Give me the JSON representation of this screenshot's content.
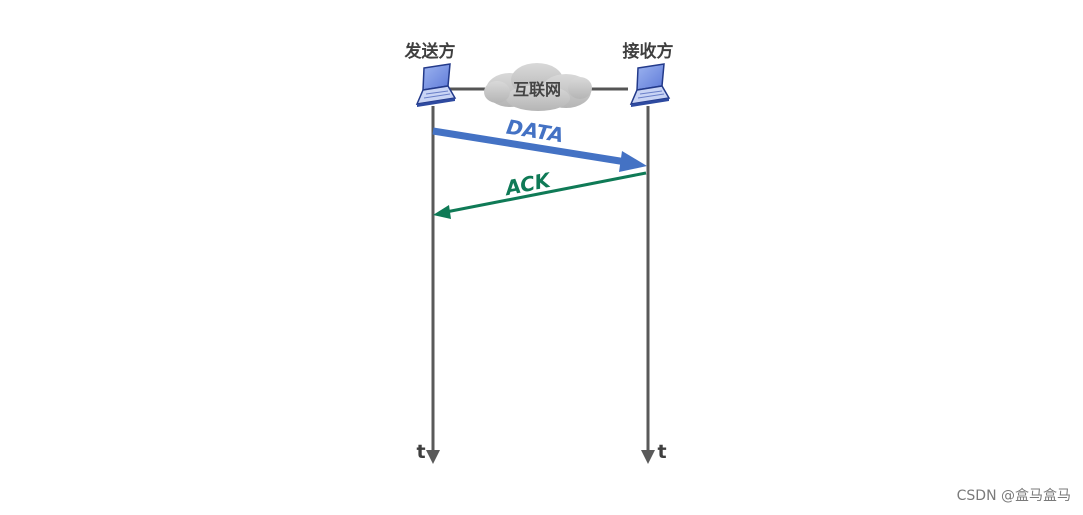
{
  "sender": {
    "label": "发送方",
    "icon": "laptop-icon"
  },
  "receiver": {
    "label": "接收方",
    "icon": "laptop-icon"
  },
  "network": {
    "label": "互联网",
    "icon": "cloud-icon"
  },
  "messages": {
    "data": {
      "label": "DATA",
      "color": "#4472c4"
    },
    "ack": {
      "label": "ACK",
      "color": "#0f7a56"
    }
  },
  "timeline": {
    "sender_time_label": "t",
    "receiver_time_label": "t",
    "color": "#5a5a5a"
  },
  "watermark": "CSDN @盒马盒马"
}
